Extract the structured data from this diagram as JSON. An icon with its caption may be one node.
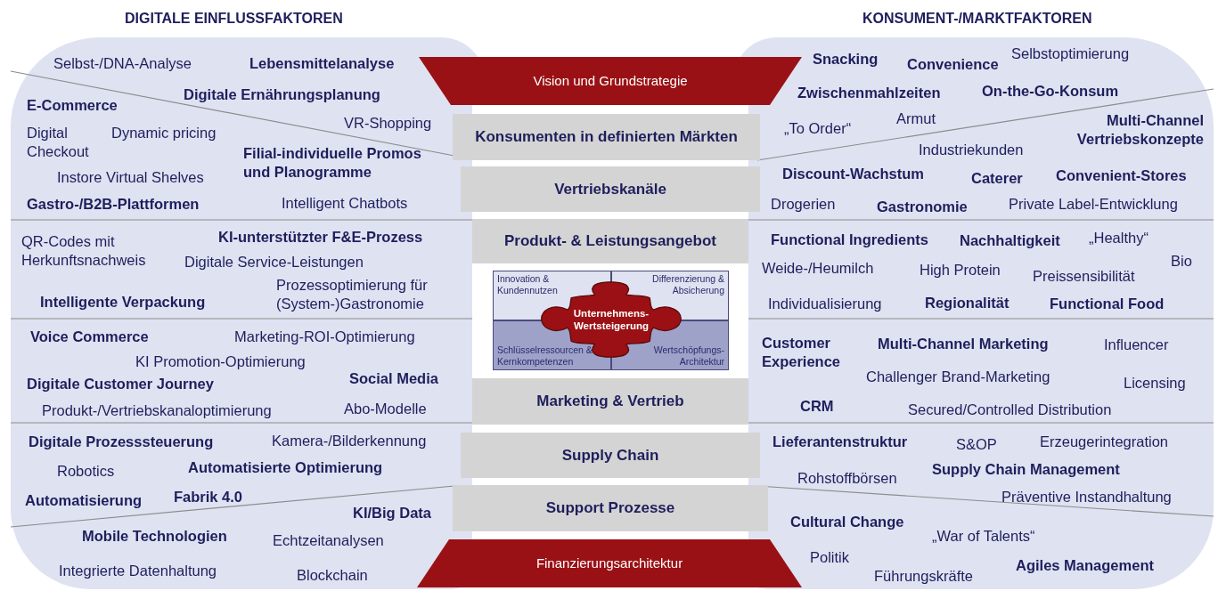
{
  "diagram": {
    "nodes": [
      {
        "text": [
          "Vision und Grundstrategie"
        ]
      },
      {
        "text": [
          "Konsumenten in definierten Märkten"
        ]
      },
      {
        "text": [
          "Vertriebskanäle"
        ]
      },
      {
        "text": [
          "Produkt- & Leistungsangebot"
        ]
      },
      {
        "text": [
          "Innovation & Kundennutzen"
        ]
      },
      {
        "text": [
          "Differenzierung & Absicherung"
        ]
      },
      {
        "text": [
          "Unternehmens-Wertsteigerung"
        ]
      },
      {
        "text": [
          "Schlüsselressourcen & Kernkompetenzen"
        ]
      },
      {
        "text": [
          "Wertschöpfungs-Architektur"
        ]
      },
      {
        "text": [
          "Marketing & Vertrieb"
        ]
      },
      {
        "text": [
          "Supply Chain"
        ]
      },
      {
        "text": [
          "Support Prozesse"
        ]
      },
      {
        "text": [
          "Finanzierungsarchitektur"
        ]
      }
    ],
    "labels": [
      "DIGITALE EINFLUSSFAKTOREN",
      "KONSUMENT-/MARKTFAKTOREN",
      "Selbst-/DNA-Analyse",
      "Lebensmittelanalyse",
      "Digitale Ernährungsplanung",
      "E-Commerce",
      "VR-Shopping",
      "Digital Checkout",
      "Dynamic pricing",
      "Filial-individuelle Promos und Planogramme",
      "Instore Virtual Shelves",
      "Gastro-/B2B-Plattformen",
      "Intelligent Chatbots",
      "QR-Codes mit Herkunftsnachweis",
      "KI-unterstützter F&E-Prozess",
      "Digitale Service-Leistungen",
      "Prozessoptimierung für (System-)Gastronomie",
      "Intelligente Verpackung",
      "Voice Commerce",
      "Marketing-ROI-Optimierung",
      "KI Promotion-Optimierung",
      "Digitale Customer Journey",
      "Social Media",
      "Produkt-/Vertriebskanaloptimierung",
      "Abo-Modelle",
      "Digitale Prozesssteuerung",
      "Kamera-/Bilderkennung",
      "Robotics",
      "Automatisierte Optimierung",
      "Automatisierung",
      "Fabrik 4.0",
      "KI/Big Data",
      "Mobile Technologien",
      "Echtzeitanalysen",
      "Integrierte Datenhaltung",
      "Blockchain",
      "Snacking",
      "Convenience",
      "Selbstoptimierung",
      "Zwischenmahlzeiten",
      "On-the-Go-Konsum",
      "„To Order“",
      "Armut",
      "Multi-Channel Vertriebskonzepte",
      "Industriekunden",
      "Discount-Wachstum",
      "Caterer",
      "Convenient-Stores",
      "Drogerien",
      "Gastronomie",
      "Private Label-Entwicklung",
      "Functional Ingredients",
      "Nachhaltigkeit",
      "„Healthy“",
      "Weide-/Heumilch",
      "High Protein",
      "Preissensibilität",
      "Bio",
      "Individualisierung",
      "Regionalität",
      "Functional Food",
      "Customer Experience",
      "Multi-Channel Marketing",
      "Influencer",
      "Challenger Brand-Marketing",
      "Licensing",
      "CRM",
      "Secured/Controlled Distribution",
      "Lieferantenstruktur",
      "S&OP",
      "Erzeugerintegration",
      "Rohstoffbörsen",
      "Supply Chain Management",
      "Präventive Instandhaltung",
      "Cultural Change",
      "„War of Talents“",
      "Politik",
      "Agiles Management",
      "Führungskräfte"
    ]
  }
}
